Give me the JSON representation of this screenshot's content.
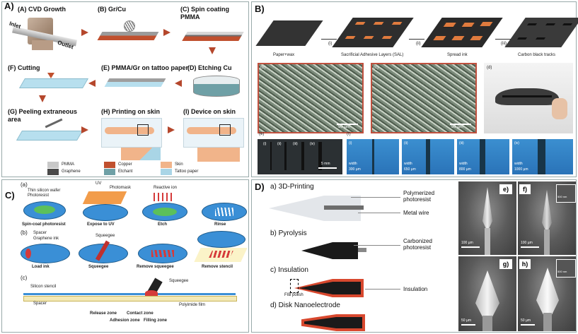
{
  "panelA": {
    "label": "A)",
    "steps": {
      "a": "(A) CVD Growth",
      "b": "(B) Gr/Cu",
      "c": "(C) Spin coating PMMA",
      "d": "(D) Etching Cu",
      "e": "(E) PMMA/Gr on tattoo paper",
      "f": "(F) Cutting",
      "g": "(G) Peeling extraneous area",
      "h": "(H) Printing on skin",
      "i": "(I) Device on skin"
    },
    "inlet": "Inlet",
    "outlet": "Outlet",
    "legend": {
      "pmma": "PMMA",
      "graphene": "Graphene",
      "copper": "Copper",
      "etchant": "Etchant",
      "skin": "Skin",
      "tattoo": "Tattoo paper"
    },
    "colors": {
      "pmma": "#c8c8c8",
      "graphene": "#4a4a4a",
      "copper": "#c0502e",
      "etchant": "#6fa0a6",
      "skin": "#f1b48a",
      "tattoo": "#a9d5e6"
    }
  },
  "panelB": {
    "label": "B)",
    "steps": [
      "Paper+wax",
      "Sacrificial Adhesive Layers (SAL)",
      "Spread ink",
      "Carbon black tracks"
    ],
    "arrows": [
      "(i)",
      "(ii)",
      "(iii)"
    ],
    "sub_b": "(b)",
    "sub_c": "(c)",
    "sub_d": "(d)",
    "sub_e": "(e)",
    "sub_f": "(f)",
    "scale_50_1": "50 µm",
    "scale_50_2": "50 µm",
    "scale_5mm": "5 mm",
    "e_strips": [
      "(i)",
      "(ii)",
      "(iii)",
      "(iv)"
    ],
    "f_strips": [
      {
        "id": "(i)",
        "w": "width",
        "v": "300 µm"
      },
      {
        "id": "(ii)",
        "w": "width",
        "v": "650 µm"
      },
      {
        "id": "(iii)",
        "w": "width",
        "v": "800 µm"
      },
      {
        "id": "(iv)",
        "w": "width",
        "v": "1000 µm"
      }
    ]
  },
  "panelC": {
    "label": "C)",
    "sub_a": "(a)",
    "sub_b": "(b)",
    "sub_c": "(c)",
    "a_ann": [
      "Thin silicon wafer",
      "Photoresist",
      "UV",
      "Photomask",
      "Reactive ion"
    ],
    "a_steps": [
      "Spin-coat photoresist",
      "Expose to UV",
      "Etch",
      "Rinse"
    ],
    "b_ann": [
      "Spacer",
      "Graphene ink",
      "Squeegee"
    ],
    "b_steps": [
      "Load ink",
      "Squeegee",
      "Remove squeegee",
      "Remove stencil"
    ],
    "c_ann": [
      "Silicon stencil",
      "Spacer",
      "Squeegee",
      "Polyimide film"
    ],
    "c_zones": [
      "Release zone",
      "Adhesion zone",
      "Contact zone",
      "Filling zone"
    ]
  },
  "panelD": {
    "label": "D)",
    "a": "a) 3D-Printing",
    "a_ann": [
      "Polymerized photoresist",
      "Metal wire"
    ],
    "b": "b) Pyrolysis",
    "b_ann": "Carbonized photoresist",
    "c": "c) Insulation",
    "c_ann": "Insulation",
    "fib": "FIB polish",
    "d": "d) Disk Nanoelectrode",
    "sem": [
      {
        "tag": "e)",
        "scale": "100 µm"
      },
      {
        "tag": "f)",
        "scale": "100 µm",
        "inset": "500 nm"
      },
      {
        "tag": "g)",
        "scale": "50 µm"
      },
      {
        "tag": "h)",
        "scale": "50 µm",
        "inset": "500 nm"
      }
    ]
  }
}
